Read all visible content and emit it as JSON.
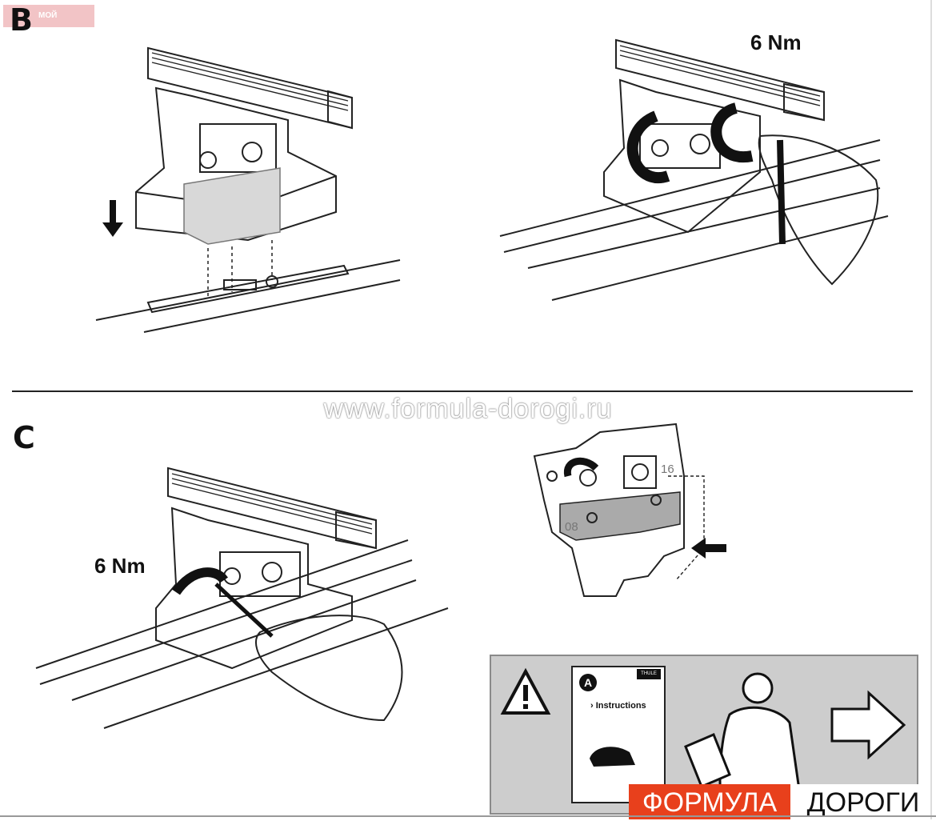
{
  "source_badge": "МОЙ БАГАЖНИК",
  "steps": {
    "b": {
      "letter": "B",
      "torque": "6 Nm"
    },
    "c": {
      "letter": "C",
      "torque": "6 Nm",
      "scale_labels": [
        "16",
        "08"
      ]
    }
  },
  "watermark": "www.formula-dorogi.ru",
  "notice": {
    "booklet_letter": "A",
    "booklet_logo": "THULE",
    "booklet_title": "› Instructions"
  },
  "brand_logo": {
    "part1": "ФОРМУЛА",
    "part2": "ДОРОГИ"
  }
}
